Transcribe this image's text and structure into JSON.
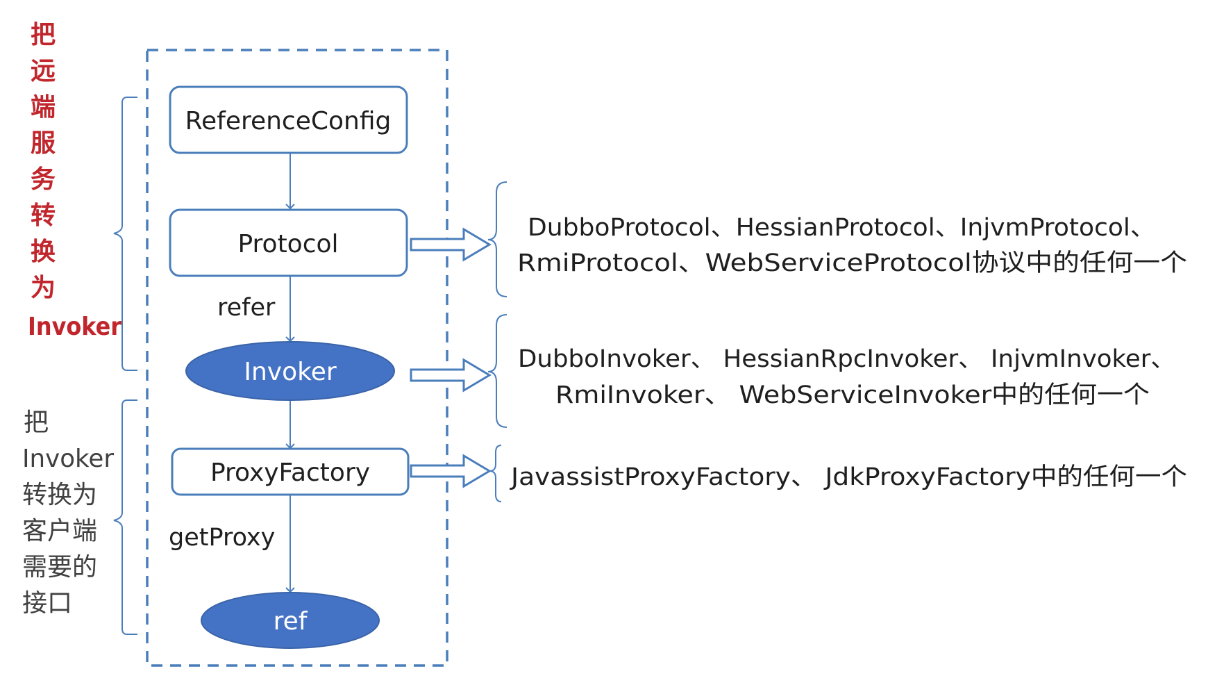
{
  "boxes": {
    "reference_config": "ReferenceConfig",
    "protocol": "Protocol",
    "invoker": "Invoker",
    "proxy_factory": "ProxyFactory",
    "ref": "ref"
  },
  "edge_labels": {
    "refer": "refer",
    "get_proxy": "getProxy"
  },
  "implementations": {
    "protocol": [
      "DubboProtocol、HessianProtocol、InjvmProtocol、",
      "RmiProtocol、WebServiceProtocol协议中的任何一个"
    ],
    "invoker": [
      "DubboInvoker、 HessianRpcInvoker、 InjvmInvoker、",
      "RmiInvoker、 WebServiceInvoker中的任何一个"
    ],
    "proxy_factory": [
      "JavassistProxyFactory、 JdkProxyFactory中的任何一个"
    ]
  },
  "side_notes": {
    "remote_to_invoker": [
      "把",
      "远",
      "端",
      "服",
      "务",
      "转",
      "换",
      "为",
      "Invoker"
    ],
    "invoker_to_interface": [
      "把",
      "Invoker",
      "转换为",
      "客户端",
      "需要的",
      "接口"
    ]
  },
  "colors": {
    "box_border": "#4a7ebb",
    "ellipse_fill": "#4472c4",
    "dashed_border": "#4a7ebb",
    "red_note": "#c0262c",
    "gray_note": "#404040"
  }
}
